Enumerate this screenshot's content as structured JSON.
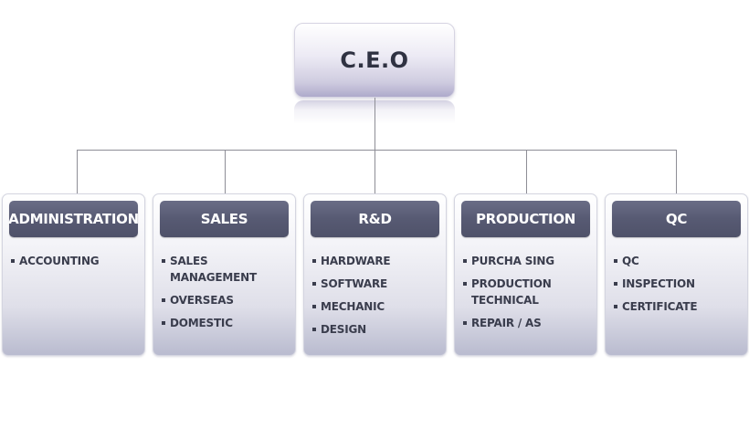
{
  "ceo": {
    "label": "C.E.O"
  },
  "departments": [
    {
      "title": "ADMINISTRATION",
      "items": [
        "ACCOUNTING"
      ]
    },
    {
      "title": "SALES",
      "items": [
        "SALES MANAGEMENT",
        "OVERSEAS",
        "DOMESTIC"
      ]
    },
    {
      "title": "R&D",
      "items": [
        "HARDWARE",
        "SOFTWARE",
        "MECHANIC",
        "DESIGN"
      ]
    },
    {
      "title": "PRODUCTION",
      "items": [
        "PURCHA SING",
        "PRODUCTION TECHNICAL",
        "REPAIR / AS"
      ]
    },
    {
      "title": "QC",
      "items": [
        "QC",
        "INSPECTION",
        "CERTIFICATE"
      ]
    }
  ],
  "colors": {
    "header_fill": "#575a73",
    "line": "#8e8e96",
    "text_dark": "#3a3d4d"
  }
}
